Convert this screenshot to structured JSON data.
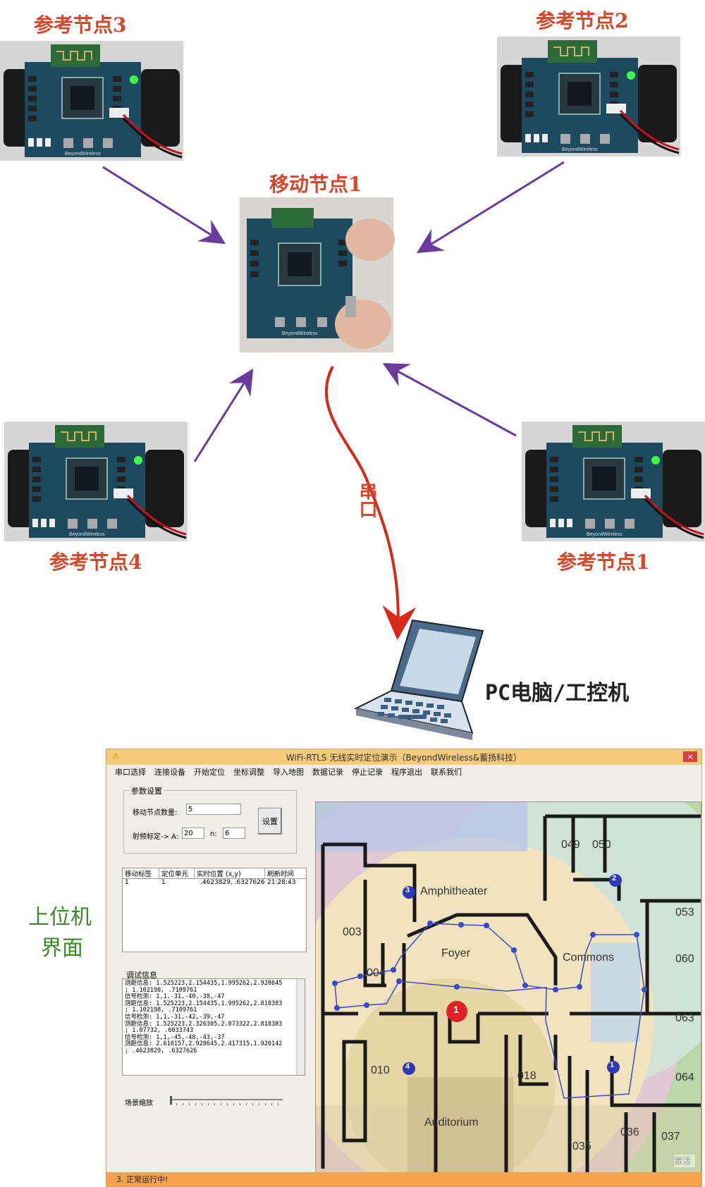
{
  "nodes": {
    "ref3": "参考节点3",
    "ref2": "参考节点2",
    "mobile1": "移动节点1",
    "ref4": "参考节点4",
    "ref1": "参考节点1"
  },
  "board_brand": "BeyondWireless",
  "serial_label": "串口",
  "pc_label": "PC电脑/工控机",
  "side_label_line1": "上位机",
  "side_label_line2": "界面",
  "colors": {
    "node_title": "#d4472a",
    "arrow": "#6a3a9e",
    "serial_arrow": "#d9281a",
    "side_label": "#3a8a2a",
    "titlebar": "#f7c97a",
    "statusbar": "#f6a24a"
  },
  "app": {
    "title": "WiFi-RTLS 无线实时定位演示（BeyondWireless&蓄扬科技）",
    "close": "×",
    "menu": [
      "串口选择",
      "连接设备",
      "开始定位",
      "坐标调整",
      "导入地图",
      "数据记录",
      "停止记录",
      "程序退出",
      "联系我们"
    ],
    "params": {
      "group_title": "参数设置",
      "mobile_count_label": "移动节点数量:",
      "mobile_count_value": "5",
      "rf_label": "射频标定-> A:",
      "a_value": "20",
      "n_label": "n:",
      "n_value": "6",
      "set_button": "设置"
    },
    "table": {
      "headers": [
        "移动标签",
        "定位单元",
        "实时位置 (x,y)",
        "刷新时间"
      ],
      "rows": [
        [
          "1",
          "1",
          ".4623829, .6327626",
          "21:28:43"
        ]
      ]
    },
    "debug": {
      "group_title": "调试信息",
      "lines": [
        "测距信息: 1.525223,2.154435,1.995262,2.928645",
        "; 1.102198, .7109761",
        "信号检测: 1,1,-31,-40,-38,-47",
        "测距信息: 1.525223,2.154435,1.995262,2.818383",
        "; 1.102198, .7109761",
        "信号检测: 1,1,-31,-42,-39,-47",
        "测距信息: 1.525223,2.326305,2.073322,2.818383",
        "; 1.07732, .6033743",
        "信号检测: 1,1,-45,-48,-43,-37",
        "测距信息: 2.610157,2.928645,2.417315,1.920142",
        "; .4623829, .6327626"
      ]
    },
    "zoom_label": "场景缩放",
    "status": "3. 正常运行中!",
    "map": {
      "rooms": [
        "049",
        "050",
        "053",
        "060",
        "063",
        "064",
        "037",
        "036",
        "035",
        "018",
        "010",
        "004",
        "003"
      ],
      "places": [
        "Amphitheater",
        "Foyer",
        "Commons",
        "Auditorium"
      ],
      "anchors": [
        "1",
        "2",
        "3",
        "4"
      ],
      "mobile_marker": "1",
      "watermark": "激活"
    }
  }
}
